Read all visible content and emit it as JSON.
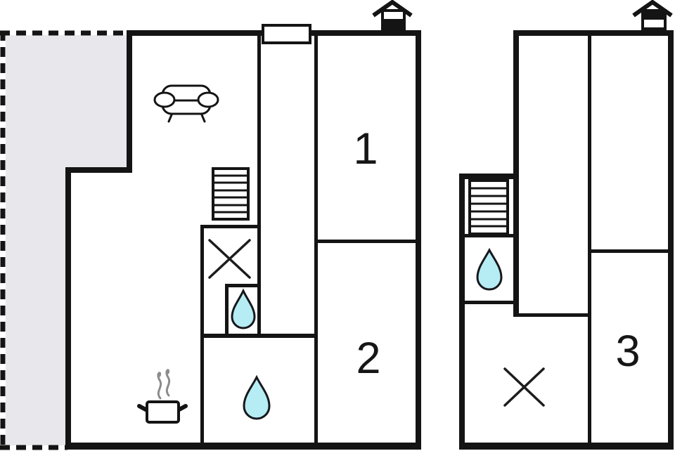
{
  "colors": {
    "background": "#ffffff",
    "wall": "#141414",
    "terrace_fill": "#e8e8ec",
    "water_fill": "#b6ecf4",
    "steam": "#8c8c8c"
  },
  "ground_floor": {
    "room_labels": {
      "room1": "1",
      "room2": "2"
    },
    "icons": [
      "house-bottom-filled-icon",
      "window-icon",
      "sofa-icon",
      "stairs-icon",
      "x-mark-icon",
      "water-drop-icon",
      "water-drop-icon",
      "cooking-pot-icon",
      "steam-icon",
      "terrace-dashed-area"
    ]
  },
  "upper_floor": {
    "room_labels": {
      "room3": "3"
    },
    "icons": [
      "house-top-filled-icon",
      "stairs-icon",
      "water-drop-icon",
      "x-mark-icon"
    ]
  }
}
